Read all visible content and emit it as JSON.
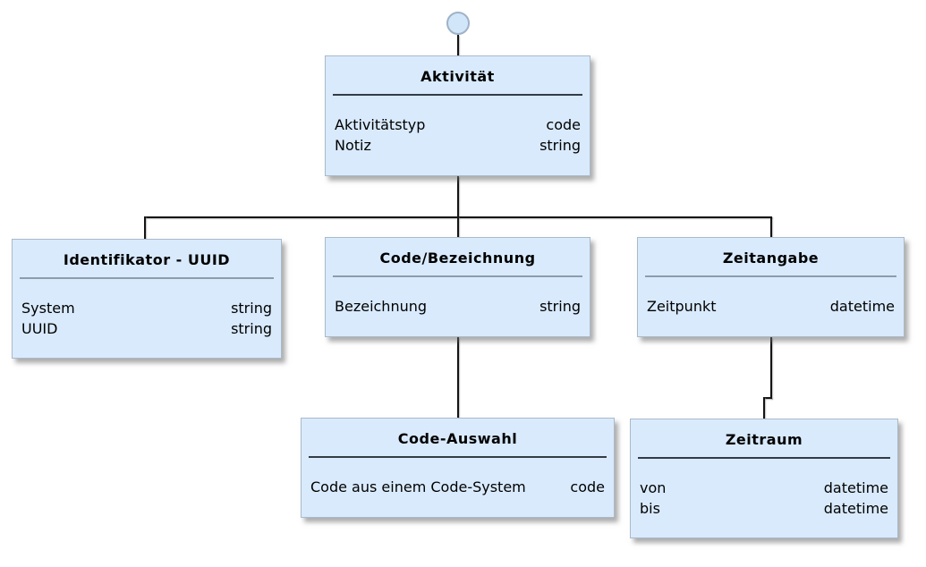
{
  "diagram": {
    "type": "entity-hierarchy",
    "background_color": "#ffffff",
    "box_fill_color": "#d9eafc",
    "box_border_color": "#a9bac9",
    "divider_dark_color": "#333c46",
    "divider_light_color": "#8c9dae",
    "line_color": "#141414",
    "start_node": {
      "shape": "circle",
      "fill": "#d2e6fa",
      "border": "#9fb2c8",
      "connects_to": "Aktivität"
    }
  },
  "entities": [
    {
      "title": "Aktivität",
      "divider_style": "dark",
      "attributes": [
        {
          "name": "Aktivitätstyp",
          "type": "code"
        },
        {
          "name": "Notiz",
          "type": "string"
        }
      ]
    },
    {
      "title": "Identifikator - UUID",
      "divider_style": "light",
      "attributes": [
        {
          "name": "System",
          "type": "string"
        },
        {
          "name": "UUID",
          "type": "string"
        }
      ]
    },
    {
      "title": "Code/Bezeichnung",
      "divider_style": "light",
      "attributes": [
        {
          "name": "Bezeichnung",
          "type": "string"
        }
      ]
    },
    {
      "title": "Zeitangabe",
      "divider_style": "light",
      "attributes": [
        {
          "name": "Zeitpunkt",
          "type": "datetime"
        }
      ]
    },
    {
      "title": "Code-Auswahl",
      "divider_style": "dark",
      "attributes": [
        {
          "name": "Code aus einem Code-System",
          "type": "code"
        }
      ]
    },
    {
      "title": "Zeitraum",
      "divider_style": "dark",
      "attributes": [
        {
          "name": "von",
          "type": "datetime"
        },
        {
          "name": "bis",
          "type": "datetime"
        }
      ]
    }
  ],
  "edges": [
    {
      "from": "start-node",
      "to": "Aktivität"
    },
    {
      "from": "Aktivität",
      "to": "Identifikator - UUID"
    },
    {
      "from": "Aktivität",
      "to": "Code/Bezeichnung"
    },
    {
      "from": "Aktivität",
      "to": "Zeitangabe"
    },
    {
      "from": "Code/Bezeichnung",
      "to": "Code-Auswahl"
    },
    {
      "from": "Zeitangabe",
      "to": "Zeitraum"
    }
  ]
}
